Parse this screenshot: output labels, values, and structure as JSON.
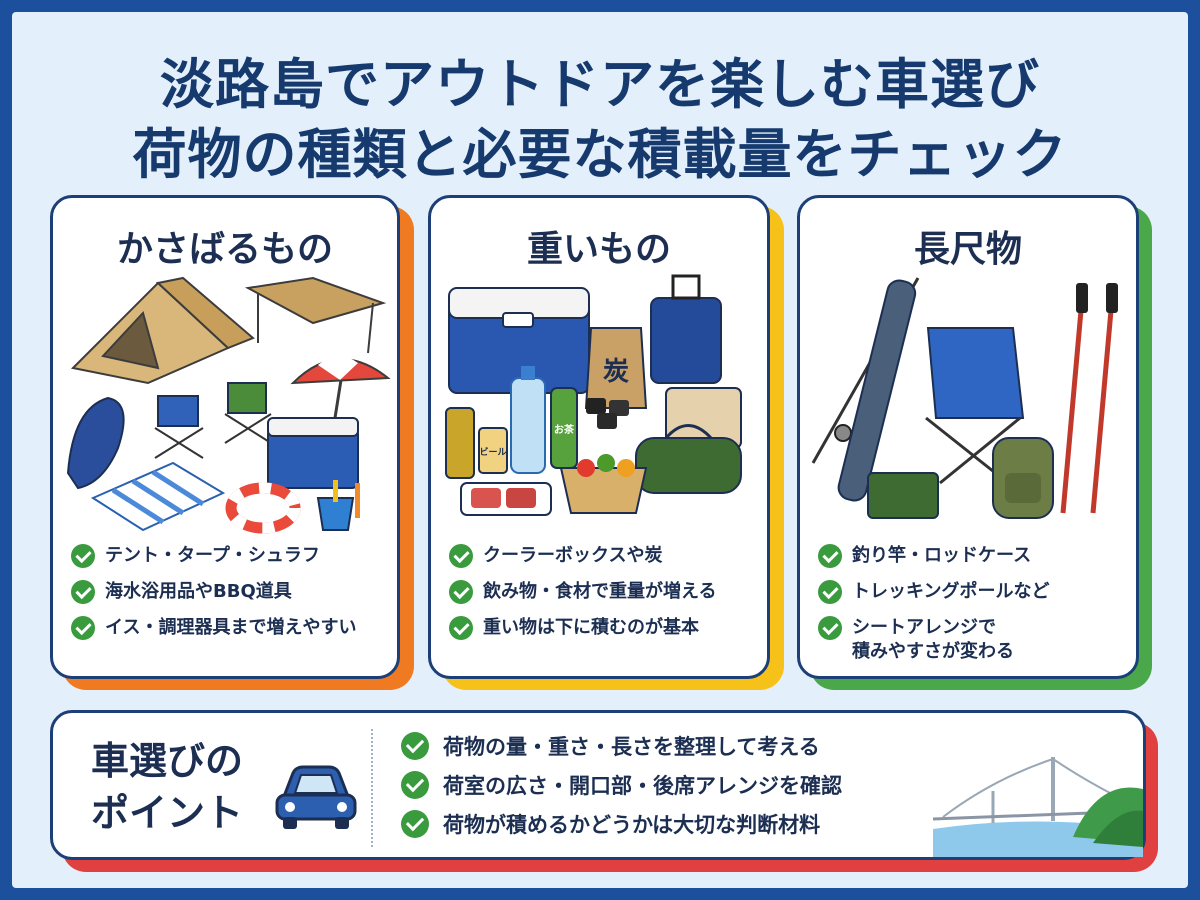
{
  "title": {
    "line1": "淡路島でアウトドアを楽しむ車選び",
    "line2": "荷物の種類と必要な積載量をチェック"
  },
  "cards": [
    {
      "heading": "かさばるもの",
      "accent": "#f07a22",
      "items": [
        "テント・タープ・シュラフ",
        "海水浴用品やBBQ道具",
        "イス・調理器具まで増えやすい"
      ]
    },
    {
      "heading": "重いもの",
      "accent": "#f6c21a",
      "items": [
        "クーラーボックスや炭",
        "飲み物・食材で重量が増える",
        "重い物は下に積むのが基本"
      ]
    },
    {
      "heading": "長尺物",
      "accent": "#4aa84a",
      "items": [
        "釣り竿・ロッドケース",
        "トレッキングポールなど",
        "シートアレンジで",
        "積みやすさが変わる"
      ]
    }
  ],
  "labels": {
    "charcoal": "炭",
    "beer": "ビール",
    "tea": "お茶"
  },
  "point": {
    "heading_line1": "車選びの",
    "heading_line2": "ポイント",
    "accent": "#e04040",
    "items": [
      "荷物の量・重さ・長さを整理して考える",
      "荷室の広さ・開口部・後席アレンジを確認",
      "荷物が積めるかどうかは大切な判断材料"
    ]
  },
  "colors": {
    "navy": "#1d3f78",
    "background": "#e3f0fb",
    "check": "#3a9a3e"
  }
}
